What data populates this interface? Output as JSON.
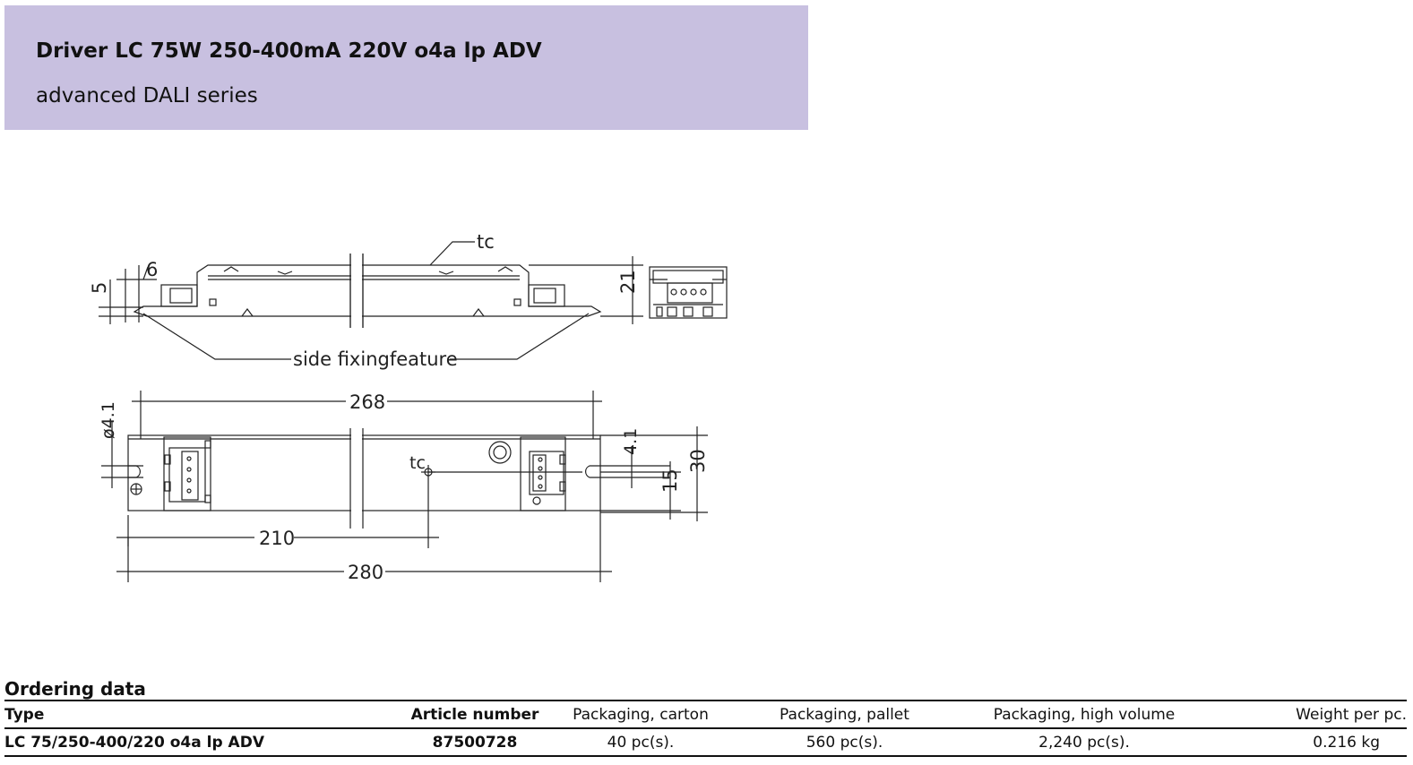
{
  "header": {
    "title": "Driver LC 75W 250-400mA 220V o4a lp ADV",
    "subtitle": "advanced DALI series",
    "background_color": "#c8c0e0"
  },
  "drawing": {
    "labels": {
      "tc_top": "tc",
      "dim_6": "6",
      "dim_5": "5",
      "dim_21": "21",
      "side_fixing": "side fixingfeature",
      "dim_268": "268",
      "dim_phi41": "ø4.1",
      "tc_bottom": "tc",
      "dim_41": "4.1",
      "dim_30": "30",
      "dim_15": "15",
      "dim_210": "210",
      "dim_280": "280"
    }
  },
  "ordering": {
    "title": "Ordering data",
    "columns": [
      "Type",
      "Article number",
      "Packaging, carton",
      "Packaging, pallet",
      "Packaging, high volume",
      "Weight per pc."
    ],
    "rows": [
      {
        "type": "LC 75/250-400/220 o4a lp ADV",
        "article_number": "87500728",
        "packaging_carton": "40 pc(s).",
        "packaging_pallet": "560 pc(s).",
        "packaging_high_volume": "2,240 pc(s).",
        "weight": "0.216 kg"
      }
    ]
  }
}
